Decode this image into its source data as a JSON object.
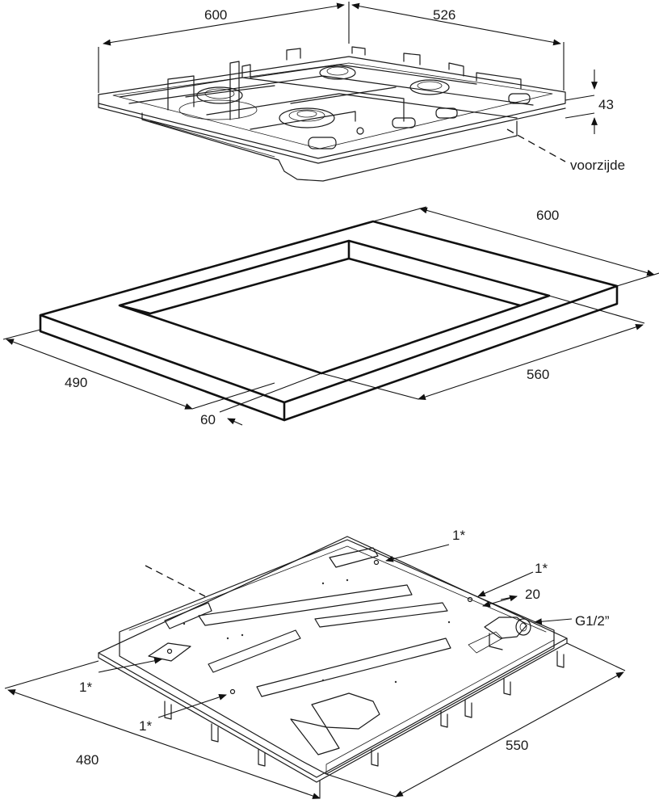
{
  "hob_top_view": {
    "width_label": "600",
    "depth_label": "526",
    "height_label": "43",
    "front_label": "voorzijde"
  },
  "cutout": {
    "width_label": "600",
    "depth_label": "490",
    "cut_width_label": "560",
    "front_margin_label": "60"
  },
  "hob_bottom_view": {
    "fixing_point_label": "1*",
    "connection_offset_label": "20",
    "gas_connection_label": "G1/2”",
    "depth_label": "480",
    "width_label": "550"
  }
}
